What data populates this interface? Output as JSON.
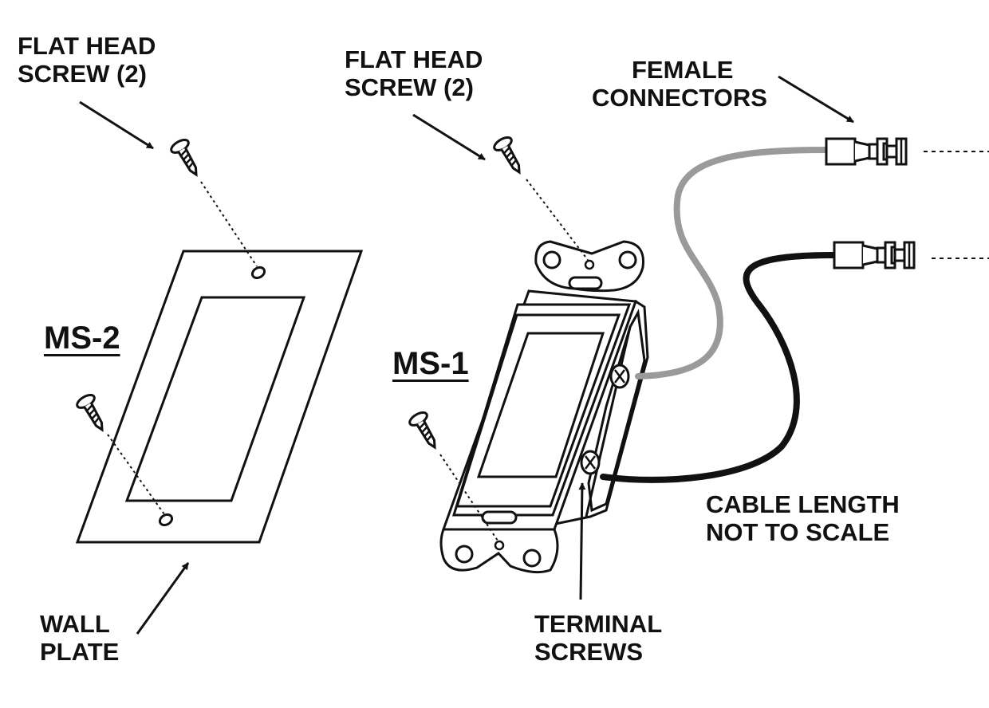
{
  "labels": {
    "plate_screws": [
      "FLAT HEAD",
      "SCREW (2)"
    ],
    "switch_screws": [
      "FLAT HEAD",
      "SCREW (2)"
    ],
    "female_connectors": [
      "FEMALE",
      "CONNECTORS"
    ],
    "model_ms2": "MS-2",
    "model_ms1": "MS-1",
    "cable_length": [
      "CABLE LENGTH",
      "NOT TO SCALE"
    ],
    "wall_plate": [
      "WALL",
      "PLATE"
    ],
    "terminal_screws": [
      "TERMINAL",
      "SCREWS"
    ]
  },
  "colors": {
    "line": "#111111",
    "grey_wire": "#9a9a9a",
    "black_wire": "#111111"
  }
}
